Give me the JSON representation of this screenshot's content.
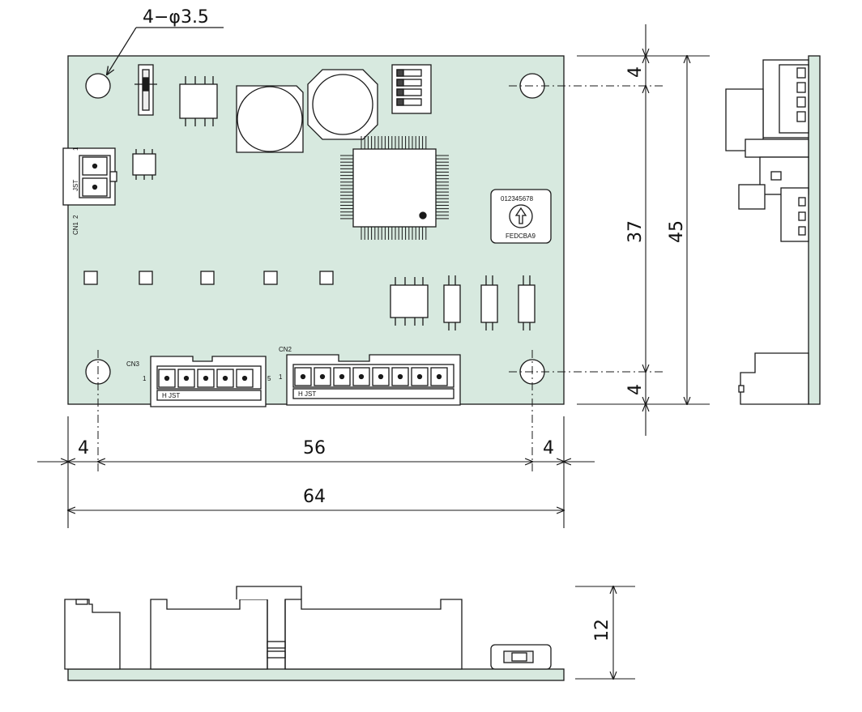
{
  "colors": {
    "pcb": "#d7e9df",
    "line": "#1a1a1a",
    "component": "#ffffff",
    "chip": "#ffffff"
  },
  "annotations": {
    "hole_note": "4−φ3.5"
  },
  "dimensions": {
    "top_margin": "4",
    "hole_spacing_vertical": "37",
    "board_height": "45",
    "bottom_margin": "4",
    "left_margin": "4",
    "hole_spacing_horizontal": "56",
    "right_margin": "4",
    "board_width": "64",
    "side_height": "12"
  },
  "labels": {
    "cn1": "CN1",
    "cn1_pin": "2",
    "cn1_pin_top": "1",
    "cn1_jst": "JST",
    "cn2": "CN2",
    "cn2_pin": "1",
    "cn2_jst": "H JST",
    "cn3": "CN3",
    "cn3_pin_left": "1",
    "cn3_pin_right": "5",
    "cn3_jst": "H JST",
    "rotary_top": "012345678",
    "rotary_bottom": "FEDCBA9"
  }
}
